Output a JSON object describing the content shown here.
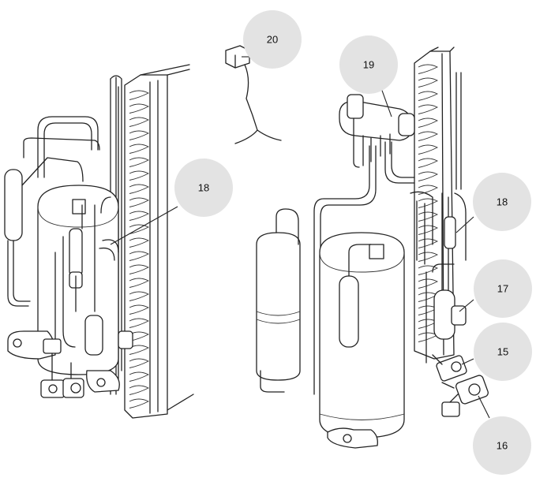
{
  "callouts": [
    {
      "id": "c20",
      "label": "20"
    },
    {
      "id": "c19",
      "label": "19"
    },
    {
      "id": "c18a",
      "label": "18"
    },
    {
      "id": "c18b",
      "label": "18"
    },
    {
      "id": "c17",
      "label": "17"
    },
    {
      "id": "c15",
      "label": "15"
    },
    {
      "id": "c16",
      "label": "16"
    }
  ]
}
